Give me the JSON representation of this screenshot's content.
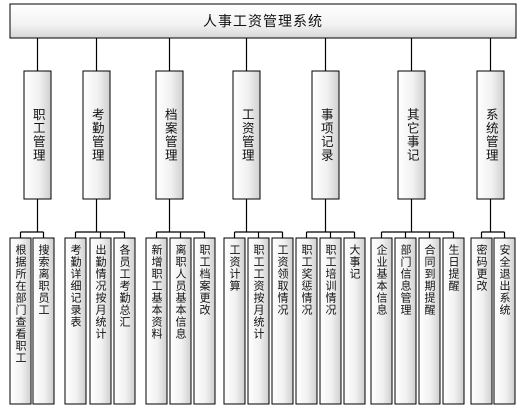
{
  "title": "人事工资管理系统",
  "modules": [
    {
      "label": "职工管理",
      "items": [
        "根据所在部门查看职工",
        "搜索离职员工"
      ]
    },
    {
      "label": "考勤管理",
      "items": [
        "考勤详细记录表",
        "出勤情况按月统计",
        "各员工考勤总汇"
      ]
    },
    {
      "label": "档案管理",
      "items": [
        "新增职工基本资料",
        "离职人员基本信息",
        "职工档案更改"
      ]
    },
    {
      "label": "工资管理",
      "items": [
        "工资计算",
        "职工工资按月统计",
        "工资领取情况"
      ]
    },
    {
      "label": "事项记录",
      "items": [
        "职工奖惩情况",
        "职工培训情况",
        "大事记"
      ]
    },
    {
      "label": "其它事记",
      "items": [
        "企业基本信息",
        "部门信息管理",
        "合同到期提醒",
        "生日提醒"
      ]
    },
    {
      "label": "系统管理",
      "items": [
        "密码更改",
        "安全退出系统"
      ]
    }
  ]
}
